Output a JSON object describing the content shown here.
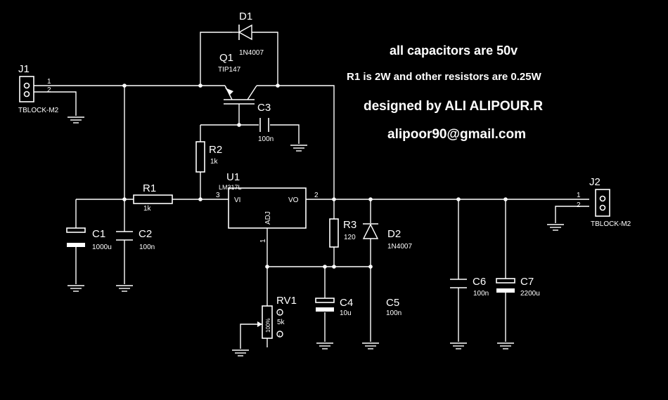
{
  "notes": {
    "capacitors": "all capacitors are 50v",
    "resistors": "R1 is 2W and other resistors are 0.25W",
    "designer": "designed by ALI ALIPOUR.R",
    "email": "alipoor90@gmail.com"
  },
  "components": {
    "j1": {
      "ref": "J1",
      "value": "TBLOCK-M2",
      "pin1": "1",
      "pin2": "2"
    },
    "j2": {
      "ref": "J2",
      "value": "TBLOCK-M2",
      "pin1": "1",
      "pin2": "2"
    },
    "d1": {
      "ref": "D1",
      "value": "1N4007"
    },
    "q1": {
      "ref": "Q1",
      "value": "TIP147"
    },
    "c3": {
      "ref": "C3",
      "value": "100n"
    },
    "r2": {
      "ref": "R2",
      "value": "1k"
    },
    "u1": {
      "ref": "U1",
      "value": "LM317L",
      "vi": "VI",
      "vo": "VO",
      "adj": "ADJ",
      "pin_in": "3",
      "pin_out": "2",
      "pin_adj": "1"
    },
    "r1": {
      "ref": "R1",
      "value": "1k"
    },
    "c1": {
      "ref": "C1",
      "value": "1000u"
    },
    "c2": {
      "ref": "C2",
      "value": "100n"
    },
    "r3": {
      "ref": "R3",
      "value": "120"
    },
    "d2": {
      "ref": "D2",
      "value": "1N4007"
    },
    "rv1": {
      "ref": "RV1",
      "value": "5k",
      "percent": "100%"
    },
    "c4": {
      "ref": "C4",
      "value": "10u"
    },
    "c5": {
      "ref": "C5",
      "value": "100n"
    },
    "c6": {
      "ref": "C6",
      "value": "100n"
    },
    "c7": {
      "ref": "C7",
      "value": "2200u"
    }
  }
}
